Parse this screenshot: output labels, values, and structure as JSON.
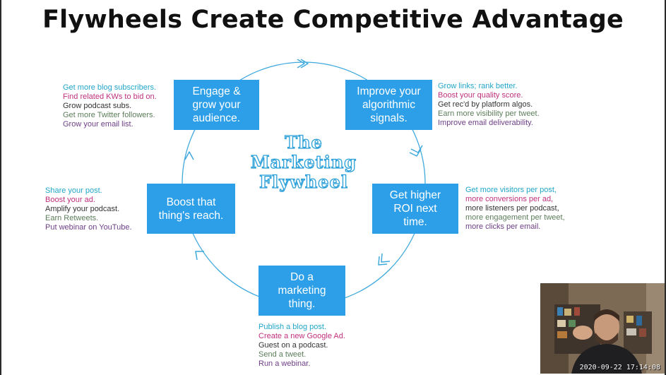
{
  "slide": {
    "title": "Flywheels Create Competitive Advantage",
    "center_title": "The\nMarketing\nFlywheel",
    "colors": {
      "box": "#2c9fe8",
      "ring": "#3fa9dc",
      "cyan": "#22a6c8",
      "magenta": "#c0307e",
      "dark": "#333333",
      "green": "#5c7d5a",
      "purple": "#6e3f86"
    }
  },
  "boxes": [
    {
      "id": "engage",
      "text": "Engage &\ngrow your\naudience."
    },
    {
      "id": "improve",
      "text": "Improve your\nalgorithmic\nsignals."
    },
    {
      "id": "roi",
      "text": "Get higher\nROI next\ntime."
    },
    {
      "id": "do",
      "text": "Do a\nmarketing\nthing."
    },
    {
      "id": "boost",
      "text": "Boost that\nthing's reach."
    }
  ],
  "lists": {
    "engage": [
      "Get more blog subscribers.",
      "Find related KWs to bid on.",
      "Grow podcast subs.",
      "Get more Twitter followers.",
      "Grow your email list."
    ],
    "improve": [
      "Grow links; rank better.",
      "Boost your quality score.",
      "Get rec'd by platform algos.",
      "Earn more visibility per tweet.",
      "Improve email deliverability."
    ],
    "roi": [
      "Get more visitors per post,",
      "more conversions per ad,",
      "more listeners per podcast,",
      "more engagement per tweet,",
      "more clicks per email."
    ],
    "do": [
      "Publish a blog post.",
      "Create a new Google Ad.",
      "Guest on a podcast.",
      "Send a tweet.",
      "Run a webinar."
    ],
    "boost": [
      "Share your post.",
      "Boost your ad.",
      "Amplify your podcast.",
      "Earn Retweets.",
      "Put webinar on YouTube."
    ]
  },
  "webcam": {
    "timestamp": "2020-09-22  17:14:08"
  }
}
